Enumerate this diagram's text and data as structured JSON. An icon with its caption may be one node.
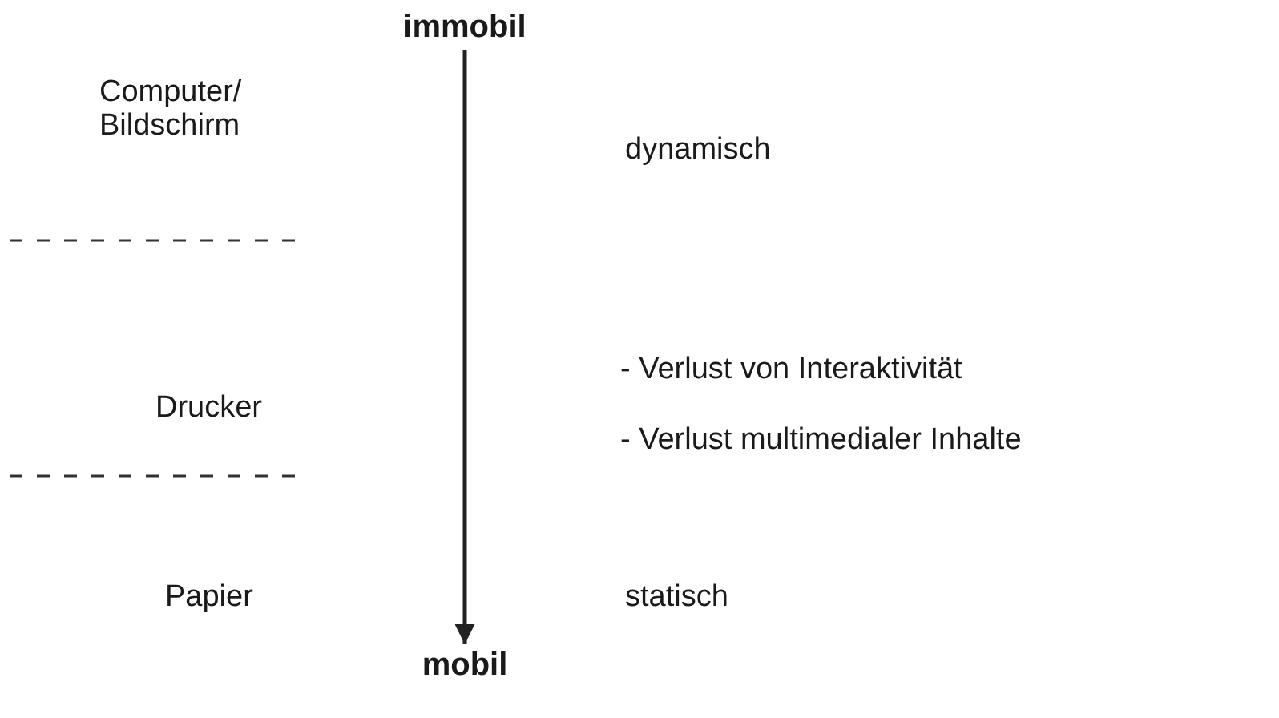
{
  "diagram": {
    "nodes": [
      {
        "text": [
          "immobil"
        ]
      },
      {
        "text": [
          "mobil"
        ]
      }
    ],
    "edges": [
      {
        "from": 0,
        "to": 1,
        "arrow": "to"
      }
    ],
    "labels": [
      "Computer/ Bildschirm",
      "dynamisch",
      "Drucker",
      "- Verlust von Interaktivität",
      "- Verlust multimedialer Inhalte",
      "Papier",
      "statisch"
    ]
  }
}
